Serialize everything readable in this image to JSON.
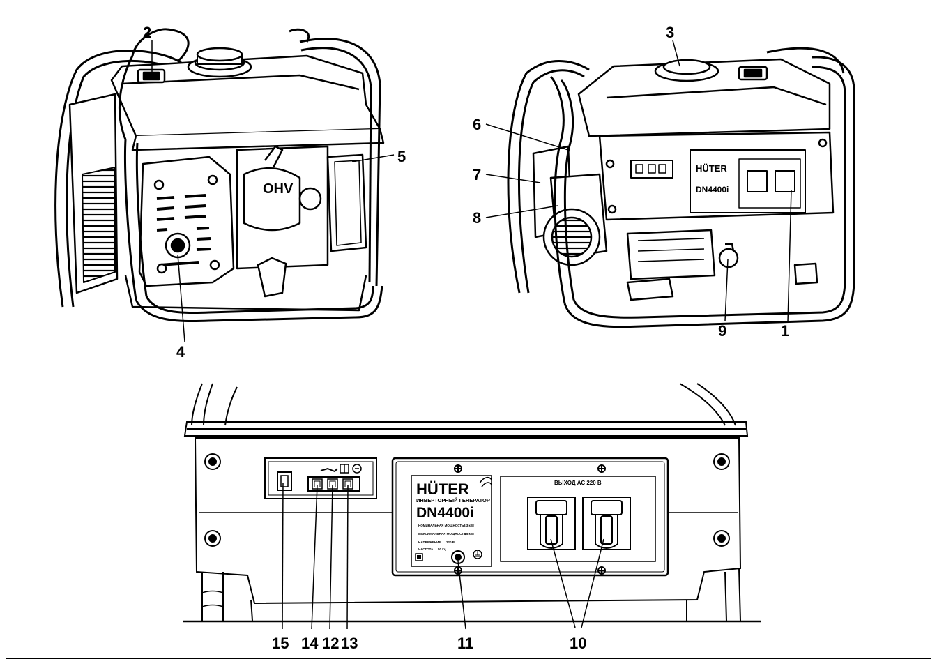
{
  "callouts": {
    "n1": "1",
    "n2": "2",
    "n3": "3",
    "n4": "4",
    "n5": "5",
    "n6": "6",
    "n7": "7",
    "n8": "8",
    "n9": "9",
    "n10": "10",
    "n11": "11",
    "n12": "12",
    "n13": "13",
    "n14": "14",
    "n15": "15"
  },
  "engine_cover_text": "OHV",
  "plate": {
    "brand": "HÜTER",
    "subtitle": "ИНВЕРТОРНЫЙ ГЕНЕРАТОР",
    "model": "DN4400i",
    "spec1_label": "НОМИНАЛЬНАЯ МОЩНОСТЬ",
    "spec1_value": "3,3 кВт",
    "spec2_label": "МАКСИМАЛЬНАЯ МОЩНОСТЬ",
    "spec2_value": "3,5 кВт",
    "spec3_label": "НАПРЯЖЕНИЕ",
    "spec3_value": "220 В",
    "spec4_label": "ЧАСТОТА",
    "spec4_value": "50 Гц"
  },
  "ac_output_label": "ВЫХОД АС   220 В",
  "colors": {
    "line": "#000000",
    "background": "#ffffff"
  }
}
